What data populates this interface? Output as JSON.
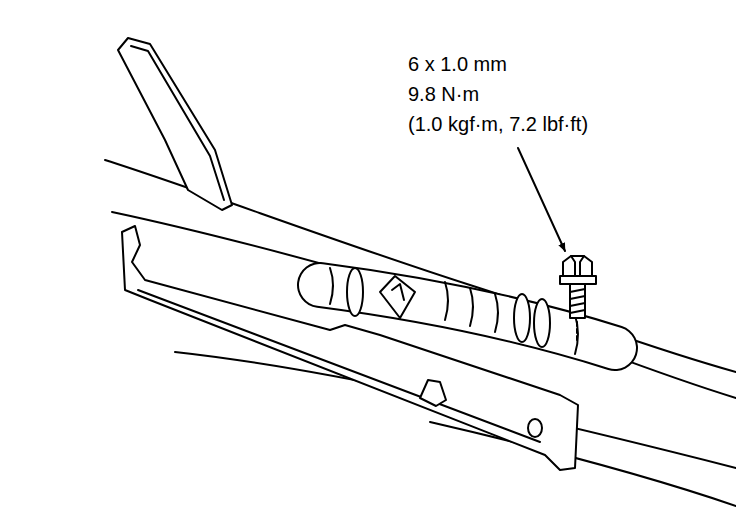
{
  "diagram": {
    "labels": [
      "6 x 1.0 mm",
      "9.8 N·m",
      "(1.0 kgf·m, 7.2 lbf·ft)"
    ]
  }
}
